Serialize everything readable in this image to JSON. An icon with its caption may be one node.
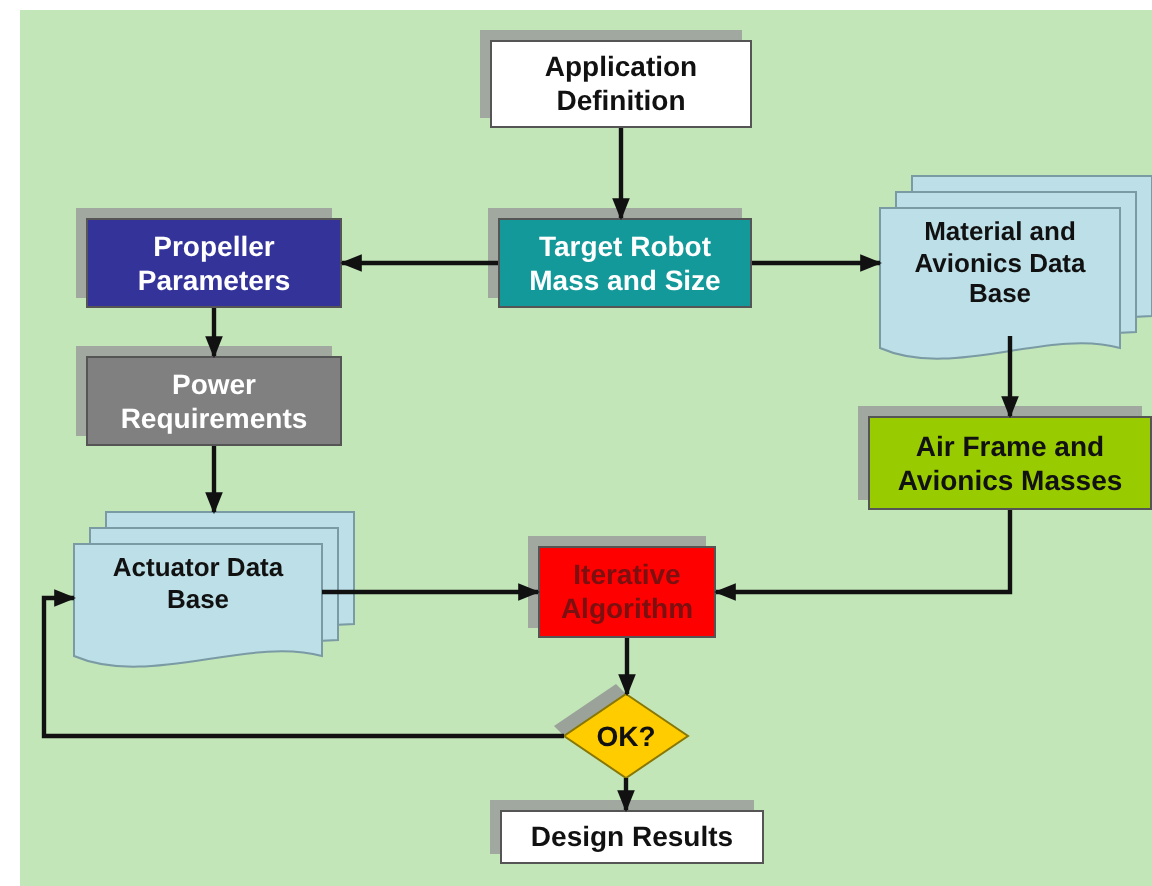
{
  "diagram": {
    "nodes": [
      {
        "text": [
          "Application Definition"
        ]
      },
      {
        "text": [
          "Target Robot Mass and Size"
        ]
      },
      {
        "text": [
          "Propeller Parameters"
        ]
      },
      {
        "text": [
          "Material and Avionics Data Base"
        ]
      },
      {
        "text": [
          "Power Requirements"
        ]
      },
      {
        "text": [
          "Air Frame and Avionics Masses"
        ]
      },
      {
        "text": [
          "Actuator Data Base"
        ]
      },
      {
        "text": [
          "Iterative Algorithm"
        ]
      },
      {
        "text": [
          "OK?"
        ]
      },
      {
        "text": [
          "Design Results"
        ]
      }
    ],
    "edges": [
      {
        "from": 0,
        "to": 1,
        "arrow": "to"
      },
      {
        "from": 1,
        "to": 2,
        "arrow": "to"
      },
      {
        "from": 1,
        "to": 3,
        "arrow": "to"
      },
      {
        "from": 2,
        "to": 4,
        "arrow": "to"
      },
      {
        "from": 3,
        "to": 5,
        "arrow": "to"
      },
      {
        "from": 4,
        "to": 6,
        "arrow": "to"
      },
      {
        "from": 6,
        "to": 7,
        "arrow": "to"
      },
      {
        "from": 5,
        "to": 7,
        "arrow": "to"
      },
      {
        "from": 7,
        "to": 8,
        "arrow": "to"
      },
      {
        "from": 8,
        "to": 9,
        "arrow": "to"
      },
      {
        "from": 8,
        "to": 6,
        "arrow": "to"
      }
    ]
  }
}
